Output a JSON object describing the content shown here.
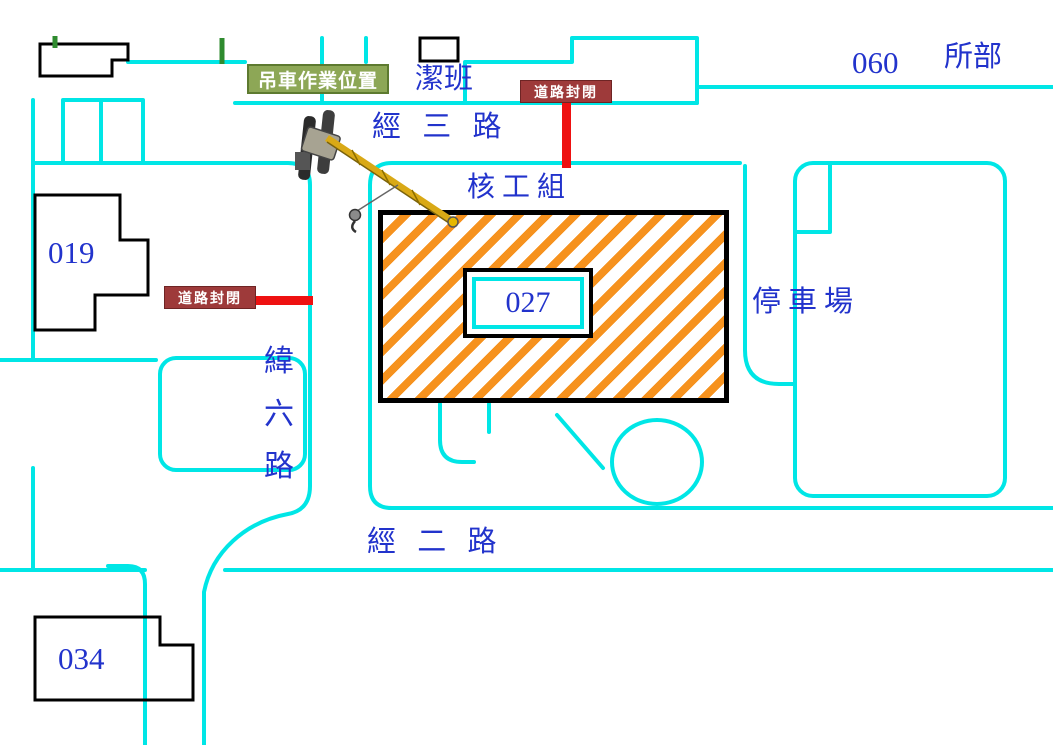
{
  "map": {
    "tags": {
      "crane_position": "吊車作業位置",
      "road_closed": "道路封閉"
    },
    "labels": {
      "jieban": "潔班",
      "road_jing_3": "經 三 路",
      "block_060": "060",
      "suobu": "所部",
      "hegongzu": "核工組",
      "building_019": "019",
      "building_027": "027",
      "parking": "停車場",
      "road_wei_6": [
        "緯",
        "六",
        "路"
      ],
      "road_jing_2": "經 二 路",
      "building_034": "034"
    },
    "icons": {
      "crane": "crawler-crane"
    },
    "colors": {
      "road_line": "#00e6e6",
      "label_blue": "#2233cc",
      "hatch_orange": "#f6921e",
      "closure_red": "#ee1111",
      "closure_tag_bg": "#9e3a3a",
      "closure_tag_border": "#6e2424",
      "crane_tag_bg": "#8da756",
      "crane_tag_border": "#5d7a2f",
      "building_outline": "#000000",
      "gate_green": "#2f8b2f"
    }
  }
}
